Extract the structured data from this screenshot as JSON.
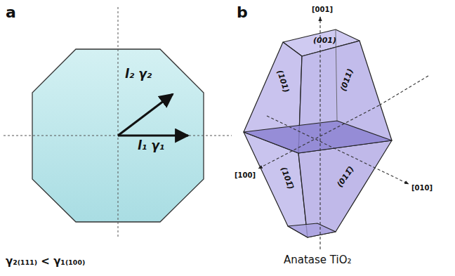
{
  "diagram": {
    "labels": [
      "a",
      "l₂ γ₂",
      "l₁ γ₁",
      "γ₂₍₁₁₁₎ < γ₁₍₁₀₀₎",
      "b",
      "[001]",
      "(001)",
      "(101)",
      "(011)",
      "[100]",
      "(101̅)",
      "(011̅)",
      "[010]",
      "Anatase TiO₂"
    ]
  }
}
